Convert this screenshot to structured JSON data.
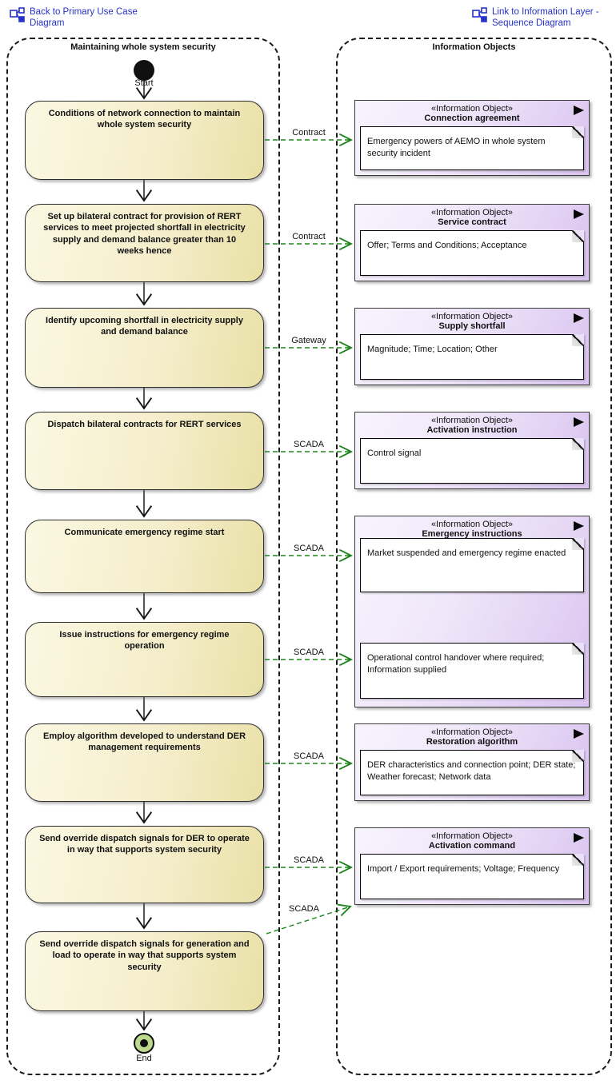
{
  "header_links": {
    "back": "Back to Primary Use Case Diagram",
    "forward": "Link to Information Layer - Sequence Diagram"
  },
  "frames": {
    "activity_frame_title": "Maintaining whole system security",
    "info_frame_title": "Information Objects"
  },
  "nodes": {
    "start": "Start",
    "end": "End"
  },
  "activities": [
    "Conditions of network connection to maintain whole system security",
    "Set up bilateral contract for provision of RERT services to meet projected shortfall in electricity supply and demand balance greater than 10 weeks hence",
    "Identify upcoming shortfall in electricity supply and demand balance",
    "Dispatch bilateral contracts for RERT services",
    "Communicate emergency regime start",
    "Issue instructions for emergency regime operation",
    "Employ algorithm developed to understand DER management requirements",
    "Send override dispatch signals for DER to operate in way that supports system security",
    "Send override dispatch signals for generation and load to operate in way that supports system security"
  ],
  "stereotype": "«Information Object»",
  "info_objects": [
    {
      "name": "Connection agreement",
      "notes": [
        "Emergency powers of AEMO in whole system security incident"
      ]
    },
    {
      "name": "Service contract",
      "notes": [
        "Offer; Terms and Conditions; Acceptance"
      ]
    },
    {
      "name": "Supply shortfall",
      "notes": [
        "Magnitude; Time; Location; Other"
      ]
    },
    {
      "name": "Activation instruction",
      "notes": [
        "Control signal"
      ]
    },
    {
      "name": "Emergency instructions",
      "notes": [
        "Market suspended and emergency regime enacted",
        "Operational control handover where required; Information supplied"
      ]
    },
    {
      "name": "Restoration algorithm",
      "notes": [
        "DER characteristics and connection point; DER state; Weather forecast; Network data"
      ]
    },
    {
      "name": "Activation command",
      "notes": [
        "Import / Export requirements; Voltage; Frequency"
      ]
    }
  ],
  "flow_labels": [
    "Contract",
    "Contract",
    "Gateway",
    "SCADA",
    "SCADA",
    "SCADA",
    "SCADA",
    "SCADA",
    "SCADA"
  ],
  "colors": {
    "link_blue": "#2632C8",
    "flow_green": "#1B851B",
    "activity_yellow": "#F5EECC",
    "info_purple": "#D9C3EF"
  }
}
